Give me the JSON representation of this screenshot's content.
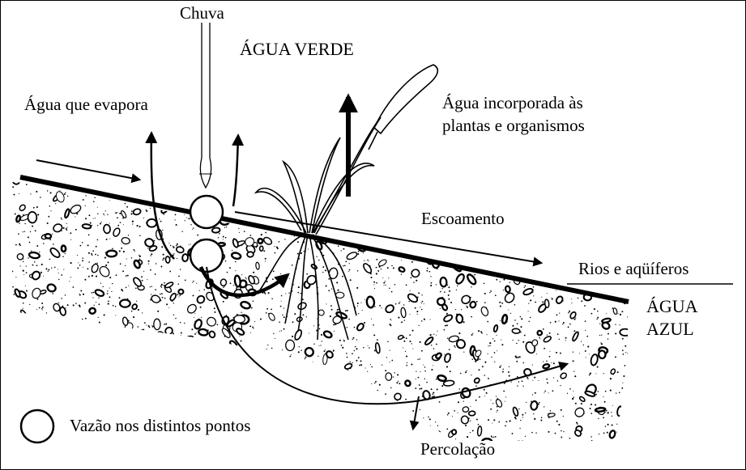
{
  "labels": {
    "chuva": "Chuva",
    "agua_verde": "ÁGUA VERDE",
    "agua_evapora": "Água que evapora",
    "agua_incorporada_l1": "Água incorporada  às",
    "agua_incorporada_l2": "plantas e organismos",
    "escoamento": "Escoamento",
    "rios_aquiferos": "Rios e aqüíferos",
    "agua_azul_l1": "ÁGUA",
    "agua_azul_l2": "AZUL",
    "legend_vazao": "Vazão nos distintos pontos",
    "percolacao": "Percolação"
  },
  "colors": {
    "ink": "#000000",
    "background": "#ffffff"
  }
}
